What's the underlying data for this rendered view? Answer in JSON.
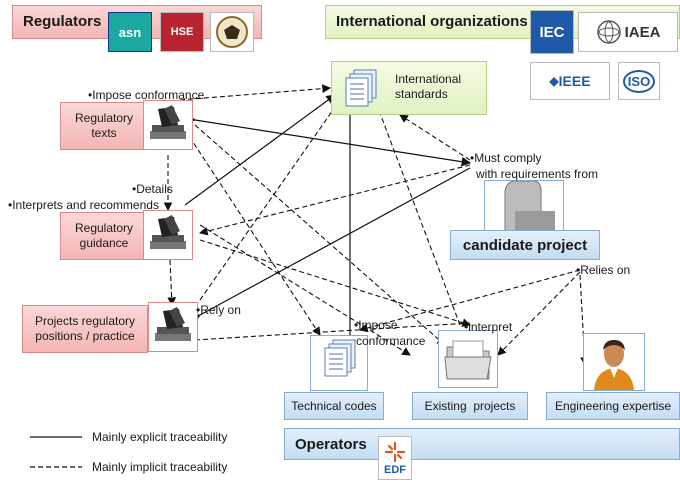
{
  "regulators": {
    "title": "Regulators",
    "logos": [
      {
        "text": "asn",
        "icon": "asn-logo",
        "color": "#1aa8a0"
      },
      {
        "text": "HSE",
        "icon": "hse-logo",
        "color": "#b8242d"
      },
      {
        "icon": "nrc-seal"
      }
    ]
  },
  "international": {
    "title": "International organizations",
    "logos": [
      {
        "text": "IEC",
        "icon": "iec-logo",
        "color": "#1f5aa8"
      },
      {
        "text": "IAEA",
        "icon": "iaea-logo",
        "color": "#333333"
      },
      {
        "text": "IEEE",
        "icon": "ieee-logo",
        "color": "#1f5aa8"
      },
      {
        "text": "ISO",
        "icon": "iso-logo",
        "color": "#1f5aa8"
      }
    ]
  },
  "nodes": {
    "international_standards": "International standards",
    "regulatory_texts": "Regulatory texts",
    "regulatory_guidance": "Regulatory guidance",
    "projects_regulatory": "Projects regulatory positions / practice",
    "candidate_project": "candidate project",
    "technical_codes": "Technical codes",
    "existing_projects": "Existing  projects",
    "engineering_expertise": "Engineering expertise"
  },
  "operators": {
    "title": "Operators",
    "logo_text": "EDF",
    "logo_color": "#e3541c"
  },
  "edge_labels": {
    "impose_conformance_top": "Impose conformance",
    "details": "Details",
    "interprets_and_recommends": "Interprets and recommends",
    "must_comply": "Must comply",
    "with_requirements": "with requirements from",
    "rely_on": "Rely on",
    "impose_conformance_mid_1": "Impose",
    "impose_conformance_mid_2": "conformance",
    "interpret": "interpret",
    "relies_on": "Relies on"
  },
  "legend": {
    "explicit": "Mainly explicit traceability",
    "implicit": "Mainly implicit traceability"
  },
  "colors": {
    "regulator_fill": "#f3b5b5",
    "intl_fill": "#e0f1c2",
    "operator_fill": "#c4dcf3"
  }
}
